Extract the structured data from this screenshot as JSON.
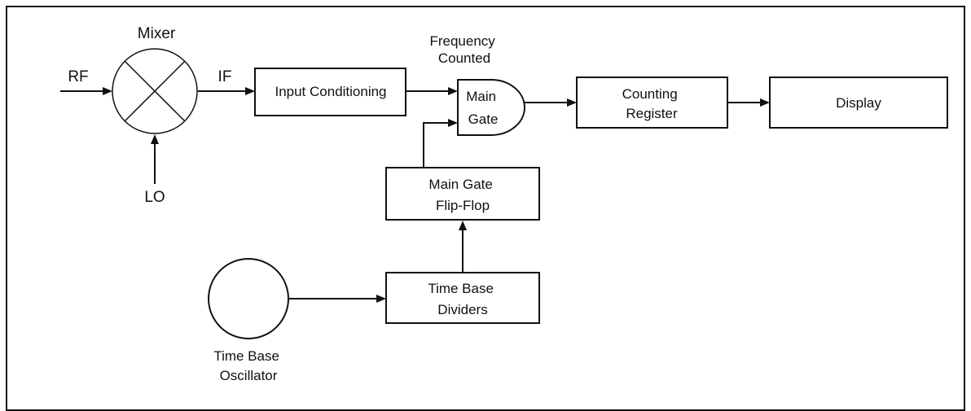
{
  "mixer": {
    "label": "Mixer",
    "rf_label": "RF",
    "if_label": "IF",
    "lo_label": "LO"
  },
  "input_conditioning": {
    "label": "Input Conditioning"
  },
  "frequency_counted": {
    "line1": "Frequency",
    "line2": "Counted"
  },
  "main_gate": {
    "line1": "Main",
    "line2": "Gate"
  },
  "counting_register": {
    "line1": "Counting",
    "line2": "Register"
  },
  "display": {
    "label": "Display"
  },
  "main_gate_flip_flop": {
    "line1": "Main Gate",
    "line2": "Flip-Flop"
  },
  "time_base_dividers": {
    "line1": "Time Base",
    "line2": "Dividers"
  },
  "time_base_oscillator": {
    "line1": "Time Base",
    "line2": "Oscillator"
  }
}
